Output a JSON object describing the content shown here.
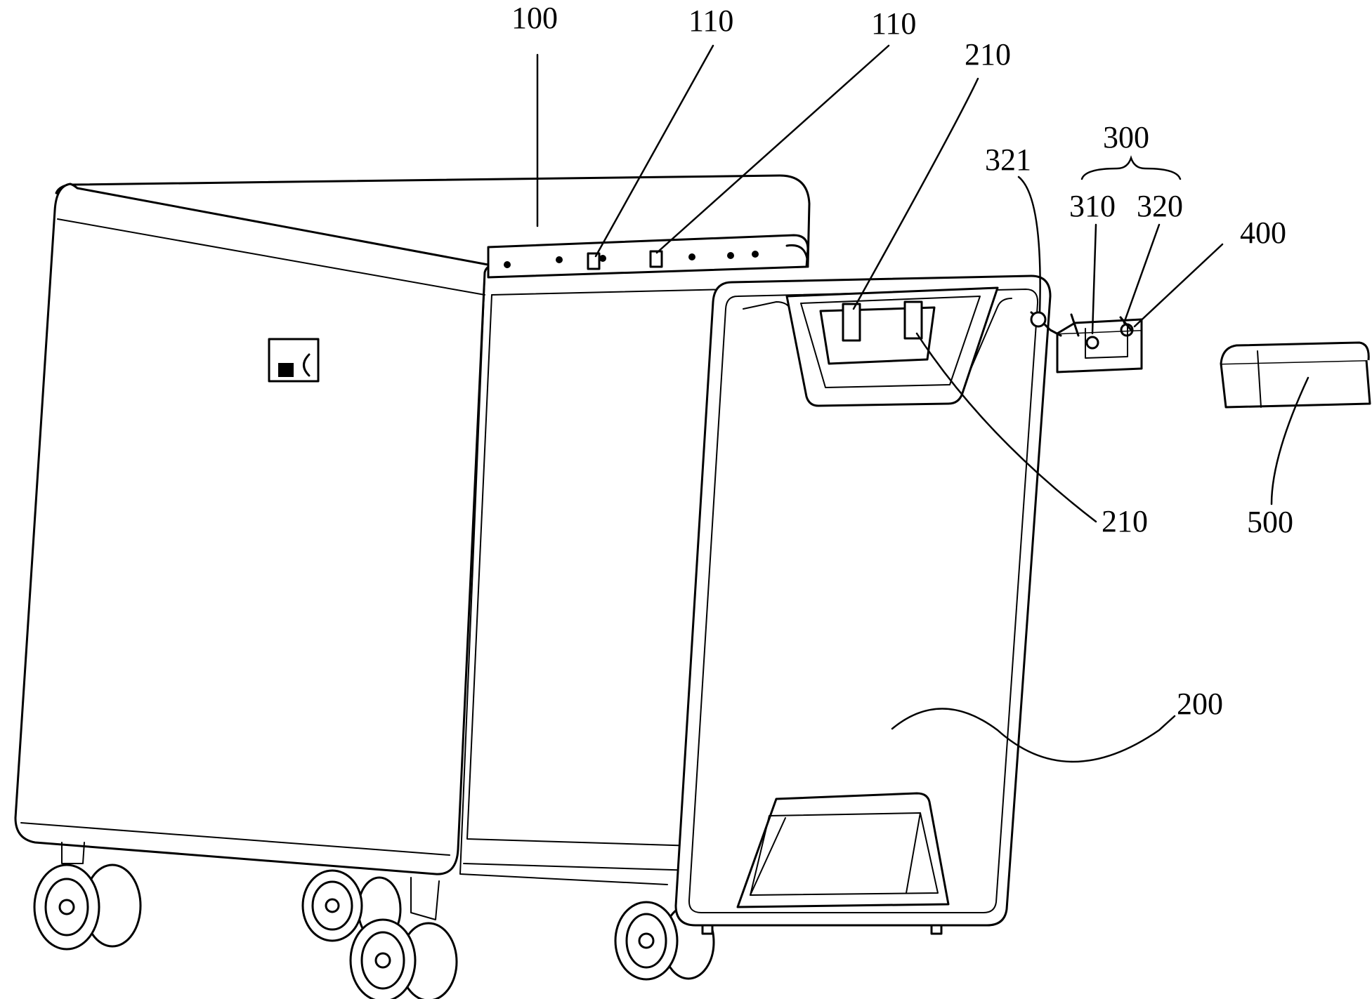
{
  "labels": {
    "cabinet": "100",
    "slot_a": "110",
    "slot_b": "110",
    "hook_top": "210",
    "hook_bottom": "210",
    "lock_part": "321",
    "lock_assembly": "300",
    "latch_base": "310",
    "latch_arm": "320",
    "spring": "400",
    "cover": "500",
    "door": "200"
  }
}
